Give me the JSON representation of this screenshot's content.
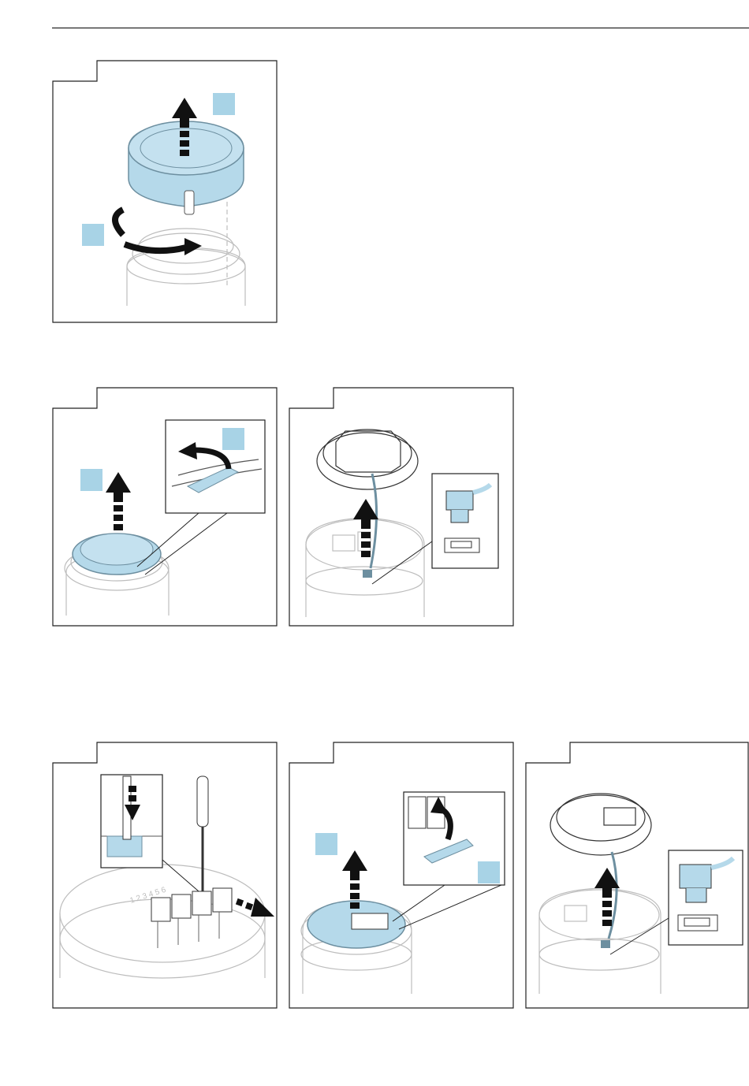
{
  "page": {
    "header_rule": true
  },
  "colors": {
    "highlight_fill": "#b5d9ea",
    "highlight_stroke": "#6d8fa0",
    "marker_fill": "#a8d3e6",
    "line_gray": "#bdbdbd",
    "arrow": "#111111",
    "frame": "#222222"
  },
  "figures": [
    {
      "id": "figure-1",
      "description_icons": [
        "lid-removal-arrow-icon",
        "rotate-arrow-icon"
      ],
      "markers": 2
    },
    {
      "id": "figure-2",
      "description_icons": [
        "lift-arrow-icon",
        "rotate-arrow-icon"
      ],
      "markers": 2
    },
    {
      "id": "figure-3",
      "description_icons": [
        "lift-arrow-icon",
        "connector-icon"
      ],
      "markers": 0
    },
    {
      "id": "figure-4",
      "description_icons": [
        "screwdriver-icon",
        "push-arrow-icon",
        "terminal-block-icon"
      ],
      "markers": 0
    },
    {
      "id": "figure-5",
      "description_icons": [
        "lift-arrow-icon",
        "rotate-arrow-icon"
      ],
      "markers": 2
    },
    {
      "id": "figure-6",
      "description_icons": [
        "lift-arrow-icon",
        "connector-icon"
      ],
      "markers": 0
    }
  ],
  "terminal_numbers": "1 2 3 4 5 6"
}
